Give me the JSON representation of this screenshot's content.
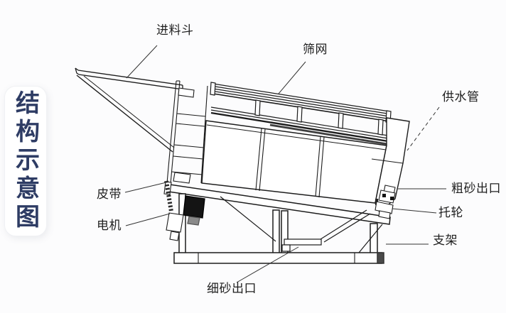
{
  "page": {
    "background": "#fcfcfd"
  },
  "side_panel": {
    "title": "结构示意图",
    "text_color": "#2e3c64",
    "bg_color": "#ffffff"
  },
  "diagram": {
    "subject": "screening-machine-schematic",
    "line_color": "#1c1c1c",
    "labels": [
      {
        "name": "feed-hopper",
        "text": "进料斗"
      },
      {
        "name": "screen-mesh",
        "text": "筛网"
      },
      {
        "name": "water-supply-pipe",
        "text": "供水管"
      },
      {
        "name": "coarse-sand-outlet",
        "text": "粗砂出口"
      },
      {
        "name": "support-roller",
        "text": "托轮"
      },
      {
        "name": "support-stand",
        "text": "支架"
      },
      {
        "name": "belt",
        "text": "皮带"
      },
      {
        "name": "motor",
        "text": "电机"
      },
      {
        "name": "fine-sand-outlet",
        "text": "细砂出口"
      }
    ]
  }
}
